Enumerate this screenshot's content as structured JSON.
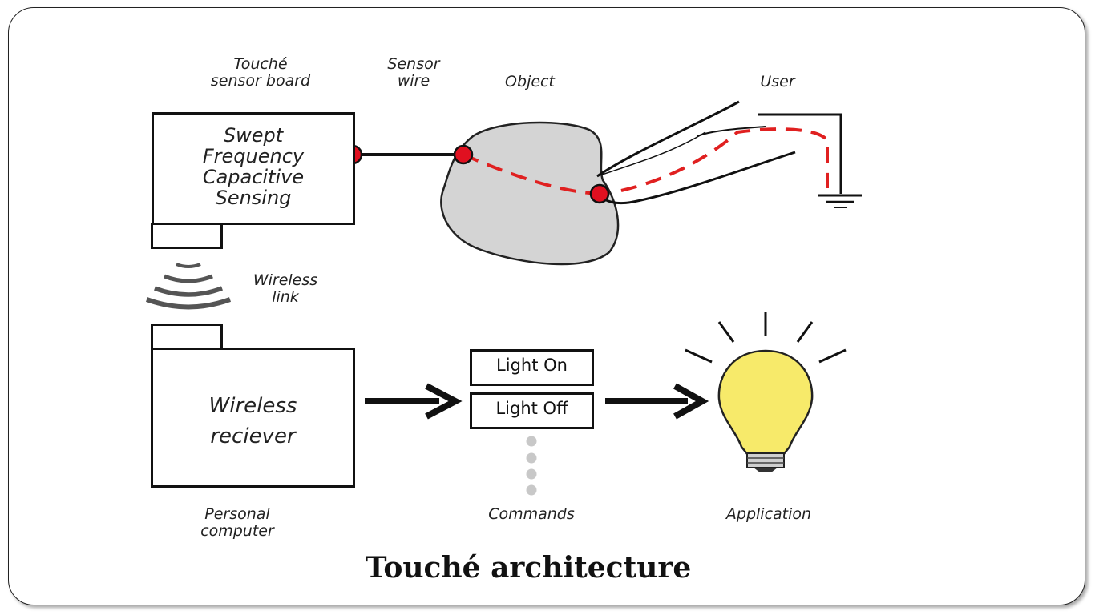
{
  "labels": {
    "sensor_board": "Touché\nsensor board",
    "sensor_wire": "Sensor\nwire",
    "object": "Object",
    "user": "User",
    "wireless_link": "Wireless\nlink",
    "personal_computer": "Personal\ncomputer",
    "commands": "Commands",
    "application": "Application"
  },
  "boxes": {
    "sensing": "Swept\nFrequency\nCapacitive\nSensing",
    "receiver": "Wireless\nreciever"
  },
  "commands": [
    "Light On",
    "Light Off"
  ],
  "title": "Touché architecture",
  "colors": {
    "electrode": "#e01020",
    "signal_path": "#e02020",
    "object_fill": "#d4d4d4",
    "bulb": "#f7ea6a"
  }
}
